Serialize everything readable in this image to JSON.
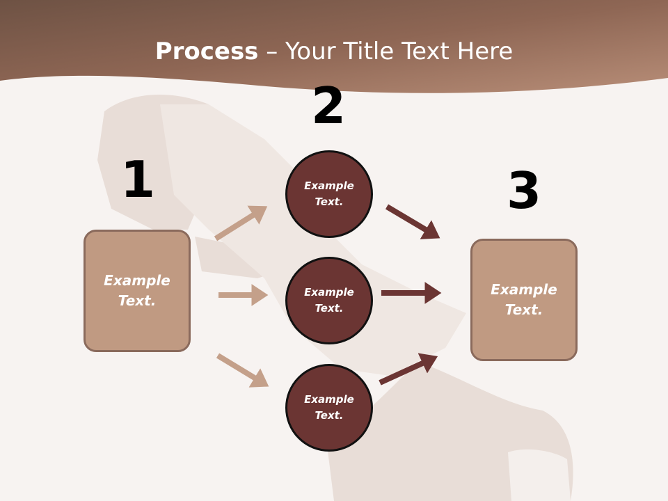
{
  "title": {
    "bold": "Process",
    "rest": " – Your Title Text Here"
  },
  "steps": {
    "one": "1",
    "two": "2",
    "three": "3"
  },
  "left_box": {
    "text": "Example\nText."
  },
  "right_box": {
    "text": "Example\nText."
  },
  "circles": [
    {
      "text": "Example\nText."
    },
    {
      "text": "Example\nText."
    },
    {
      "text": "Example\nText."
    }
  ],
  "colors": {
    "header": "#a27560",
    "box_fill": "#c09a82",
    "circle_fill": "#6b3533",
    "arrow_light": "#c4a08a",
    "arrow_dark": "#6b3533"
  }
}
